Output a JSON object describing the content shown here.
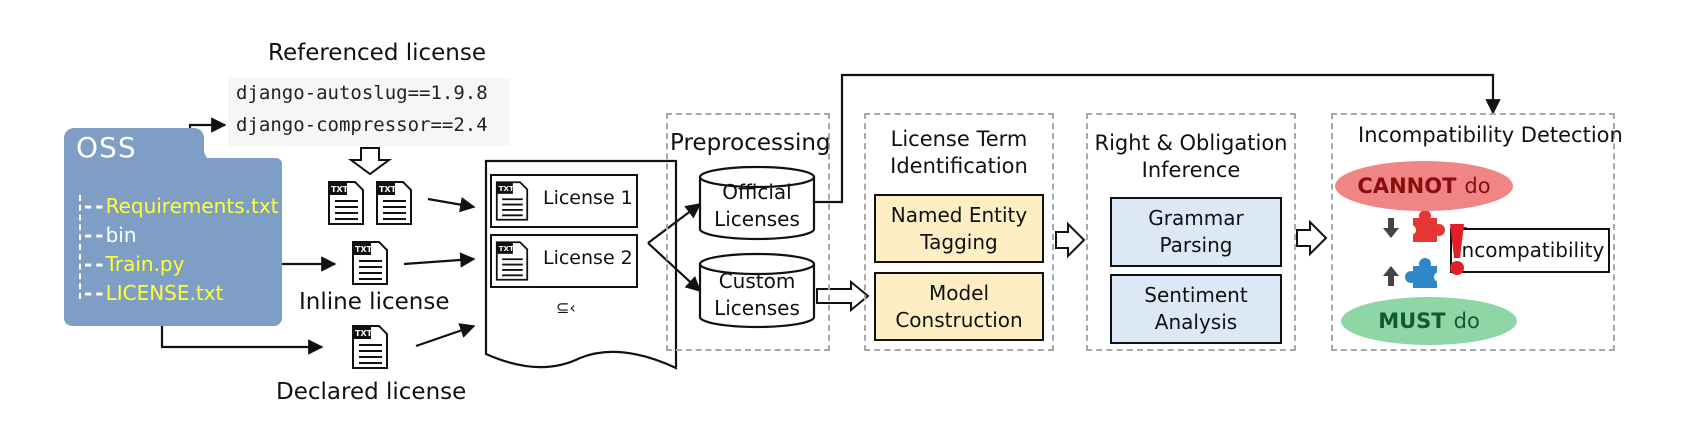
{
  "referenced_license": {
    "title": "Referenced license",
    "lines": [
      "django-autoslug==1.9.8",
      "django-compressor==2.4"
    ]
  },
  "oss": {
    "title": "OSS",
    "items": [
      {
        "label": "Requirements.txt",
        "highlight": true
      },
      {
        "label": "bin",
        "highlight": false
      },
      {
        "label": "Train.py",
        "highlight": true
      },
      {
        "label": "LICENSE.txt",
        "highlight": true
      }
    ]
  },
  "inline_license": "Inline license",
  "declared_license": "Declared license",
  "icon_text": "TXT",
  "license_list": {
    "items": [
      "License 1",
      "License 2"
    ],
    "more_symbol": "⊆‹"
  },
  "preprocessing": {
    "title": "Preprocessing",
    "official": {
      "line1": "Official",
      "line2": "Licenses"
    },
    "custom": {
      "line1": "Custom",
      "line2": "Licenses"
    }
  },
  "term_identification": {
    "title_line1": "License Term",
    "title_line2": "Identification",
    "ner": {
      "line1": "Named Entity",
      "line2": "Tagging"
    },
    "model": {
      "line1": "Model",
      "line2": "Construction"
    }
  },
  "inference": {
    "title_line1": "Right & Obligation",
    "title_line2": "Inference",
    "grammar": {
      "line1": "Grammar",
      "line2": "Parsing"
    },
    "sentiment": {
      "line1": "Sentiment",
      "line2": "Analysis"
    }
  },
  "detection": {
    "title": "Incompatibility Detection",
    "cannot": {
      "strong": "CANNOT",
      "weak": "do"
    },
    "must": {
      "strong": "MUST",
      "weak": "do"
    },
    "result": "Incompatibility",
    "colors": {
      "cannot": "#f08585",
      "must": "#8fd6a7",
      "cannot_text": "#8b0d0d",
      "must_text": "#0e5c2e",
      "red_piece": "#e53535",
      "blue_piece": "#2f86c8"
    }
  },
  "colors": {
    "folder": "#7f9ec6",
    "highlight": "#ffff33",
    "yellow_box": "#fdeec4",
    "blue_box": "#dce8f5",
    "dashed": "#a8a8a8"
  }
}
